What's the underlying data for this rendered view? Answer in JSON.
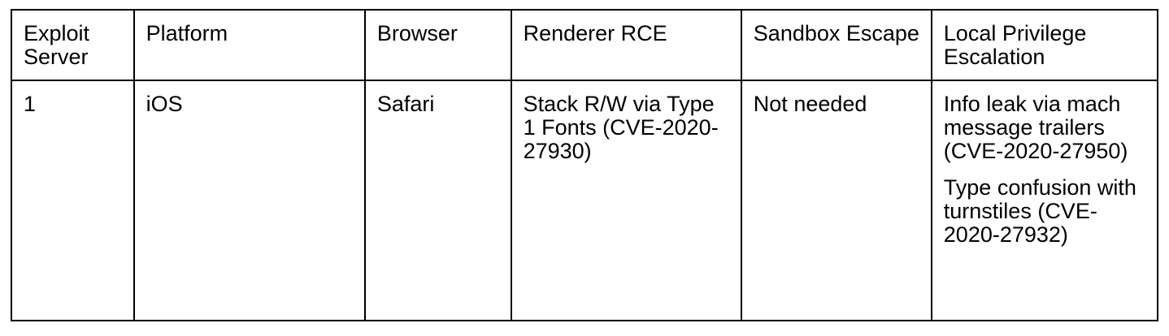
{
  "table": {
    "headers": [
      "Exploit Server",
      "Platform",
      "Browser",
      "Renderer RCE",
      "Sandbox Escape",
      "Local Privilege Escalation"
    ],
    "rows": [
      {
        "exploit_server": "1",
        "platform": "iOS",
        "browser": "Safari",
        "renderer_rce": "Stack R/W via Type 1 Fonts (CVE-2020-27930)",
        "sandbox_escape": "Not needed",
        "local_privilege_escalation": [
          "Info leak via mach message trailers (CVE-2020-27950)",
          "Type confusion with turnstiles (CVE-2020-27932)"
        ]
      }
    ]
  }
}
